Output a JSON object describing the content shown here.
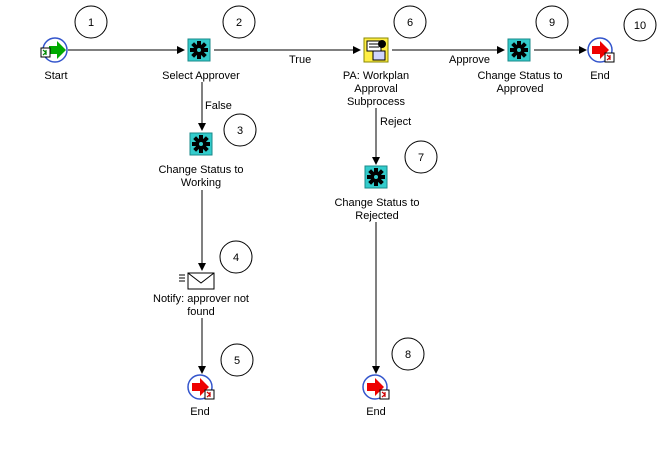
{
  "nodes": {
    "start": {
      "number": "1",
      "label": [
        "Start"
      ],
      "icon": "start-arrow-icon"
    },
    "select": {
      "number": "2",
      "label": [
        "Select Approver"
      ],
      "icon": "gear-function-icon"
    },
    "working": {
      "number": "3",
      "label": [
        "Change Status to",
        "Working"
      ],
      "icon": "gear-function-icon"
    },
    "notify": {
      "number": "4",
      "label": [
        "Notify: approver not",
        "found"
      ],
      "icon": "envelope-notification-icon"
    },
    "end1": {
      "number": "5",
      "label": [
        "End"
      ],
      "icon": "end-stop-icon"
    },
    "pa": {
      "number": "6",
      "label": [
        "PA: Workplan",
        "Approval",
        "Subprocess"
      ],
      "icon": "subprocess-icon"
    },
    "rejected": {
      "number": "7",
      "label": [
        "Change Status to",
        "Rejected"
      ],
      "icon": "gear-function-icon"
    },
    "end2": {
      "number": "8",
      "label": [
        "End"
      ],
      "icon": "end-stop-icon"
    },
    "approved": {
      "number": "9",
      "label": [
        "Change Status to",
        "Approved"
      ],
      "icon": "gear-function-icon"
    },
    "end3": {
      "number": "10",
      "label": [
        "End"
      ],
      "icon": "end-stop-icon"
    }
  },
  "edges": {
    "true_label": "True",
    "false_label": "False",
    "reject_label": "Reject",
    "approve_label": "Approve"
  },
  "colors": {
    "function_fill": "#33cccc",
    "subprocess_fill": "#ffee44",
    "start_arrow": "#00aa00",
    "end_arrow": "#ee0000",
    "node_ring": "#3355cc"
  }
}
